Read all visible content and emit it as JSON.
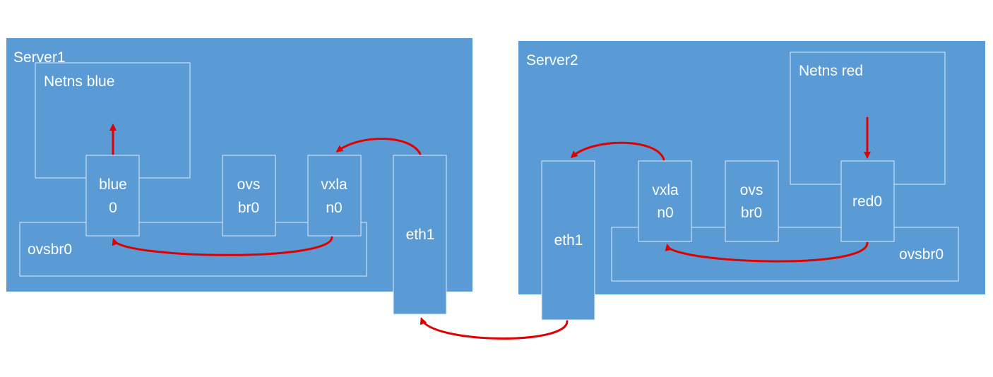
{
  "colors": {
    "fill": "#5b9bd5",
    "outline": "#dfe9f5",
    "text": "#ffffff",
    "arrow": "#e00000"
  },
  "server1": {
    "title": "Server1",
    "netns_label": "Netns blue",
    "bridge_label": "ovsbr0",
    "port_blue_line1": "blue",
    "port_blue_line2": "0",
    "port_ovs_line1": "ovs",
    "port_ovs_line2": "br0",
    "port_vxlan_line1": "vxla",
    "port_vxlan_line2": "n0",
    "nic_label": "eth1"
  },
  "server2": {
    "title": "Server2",
    "netns_label": "Netns red",
    "bridge_label": "ovsbr0",
    "port_vxlan_line1": "vxla",
    "port_vxlan_line2": "n0",
    "port_ovs_line1": "ovs",
    "port_ovs_line2": "br0",
    "port_red_label": "red0",
    "nic_label": "eth1"
  }
}
